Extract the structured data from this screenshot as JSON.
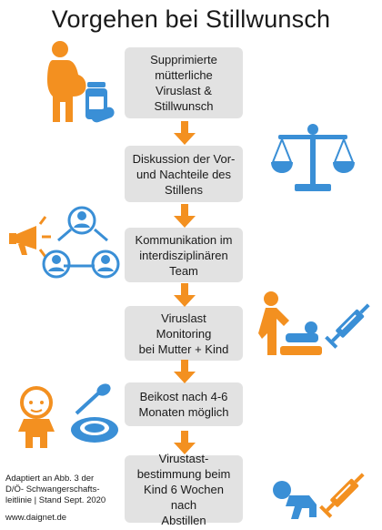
{
  "title": "Vorgehen bei Stillwunsch",
  "colors": {
    "orange": "#f39020",
    "blue": "#3a8fd6",
    "box": "#e2e2e2"
  },
  "steps": [
    {
      "text": "Supprimierte\nmütterliche\nViruslast &\nStillwunsch",
      "icon": "pregnant-woman-medication-icon"
    },
    {
      "text": "Diskussion der Vor-\nund Nachteile des\nStillens",
      "icon": "balance-scale-icon"
    },
    {
      "text": "Kommunikation im\ninterdisziplinären\nTeam",
      "icon": "megaphone-team-network-icon"
    },
    {
      "text": "Viruslast\nMonitoring\nbei Mutter + Kind",
      "icon": "parent-baby-syringe-icon"
    },
    {
      "text": "Beikost nach 4-6\nMonaten möglich",
      "icon": "baby-spoon-plate-icon"
    },
    {
      "text": "Virustast-\nbestimmung beim\nKind 6 Wochen nach\nAbstillen",
      "icon": "crawling-baby-syringe-icon"
    }
  ],
  "footer": {
    "text": "Adaptiert an Abb. 3 der\nD/Ö- Schwangerschafts-\nleitlinie | Stand Sept. 2020",
    "url": "www.daignet.de"
  }
}
